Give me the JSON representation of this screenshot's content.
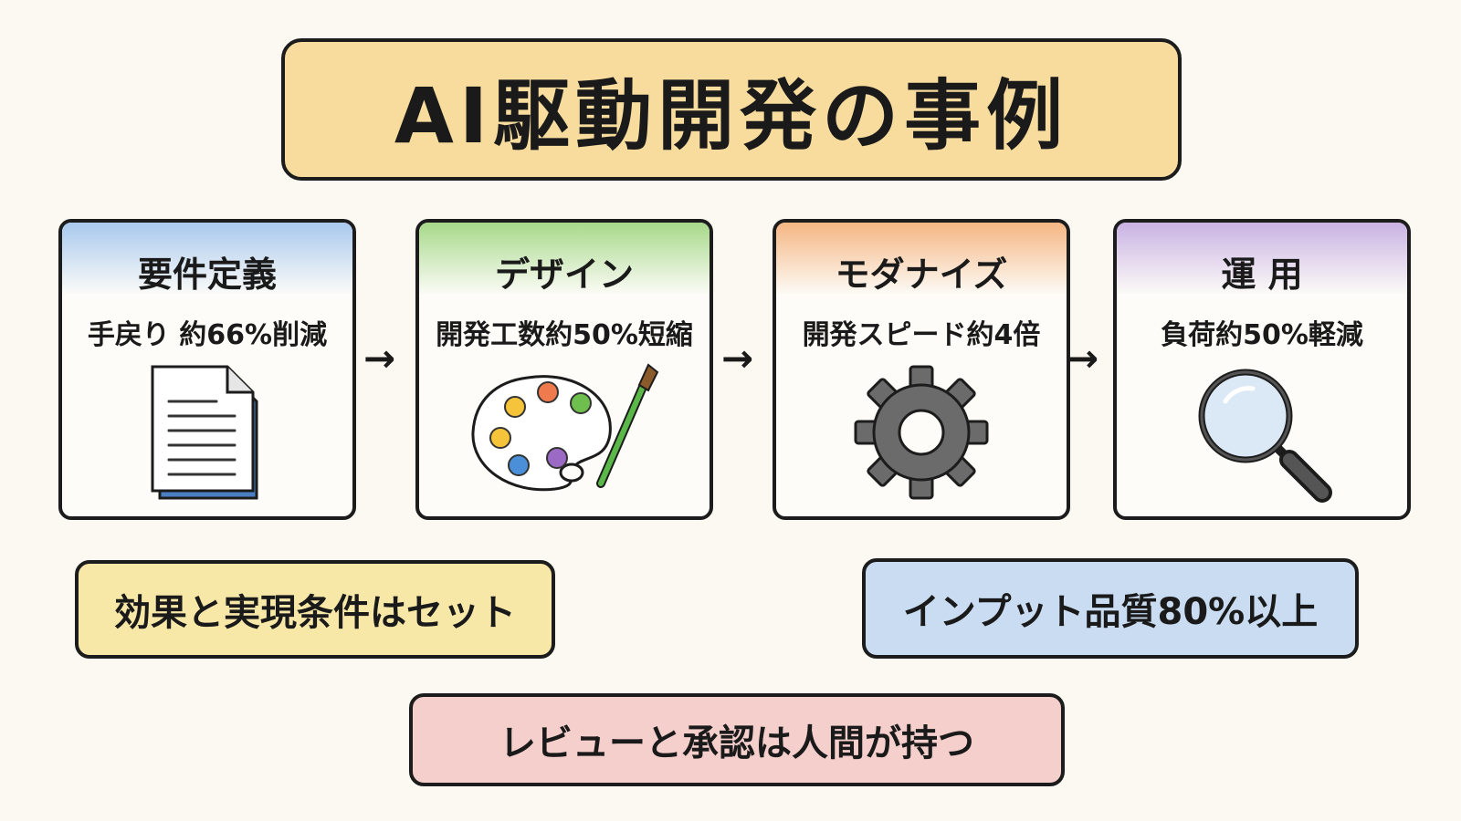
{
  "title": "AI駆動開発の事例",
  "steps": [
    {
      "title": "要件定義",
      "metric": "手戻り 約66%削減",
      "icon": "document-icon",
      "accent": "#8fb8e8"
    },
    {
      "title": "デザイン",
      "metric": "開発工数約50%短縮",
      "icon": "palette-icon",
      "accent": "#8fcc6a"
    },
    {
      "title": "モダナイズ",
      "metric": "開発スピード約4倍",
      "icon": "gear-icon",
      "accent": "#f2a36a"
    },
    {
      "title": "運 用",
      "metric": "負荷約50%軽減",
      "icon": "magnifier-icon",
      "accent": "#b69ad6"
    }
  ],
  "arrow": "→",
  "notes": {
    "effect": "効果と実現条件はセット",
    "input_quality": "インプット品質80%以上",
    "review": "レビューと承認は人間が持つ"
  },
  "colors": {
    "title_bg": "#f7dc9e",
    "note_yellow": "#f8e8a8",
    "note_blue": "#c9dcf1",
    "note_red": "#f4cfcc"
  }
}
